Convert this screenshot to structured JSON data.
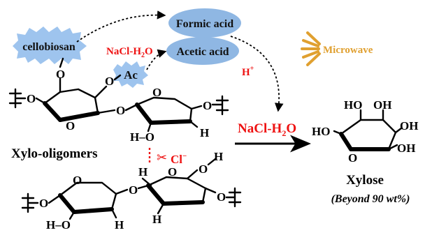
{
  "labels": {
    "formic_acid": "Formic acid",
    "acetic_acid": "Acetic acid",
    "cellobiosan": "cellobiosan",
    "nacl_h2o_top": "NaCl-H",
    "nacl_h2o_top_sub": "2",
    "nacl_h2o_top_tail": "O",
    "ac": "Ac",
    "h_plus": "H",
    "h_plus_sup": "+",
    "microwave": "Microwave",
    "nacl_h2o_main": "NaCl-H",
    "nacl_h2o_main_sub": "2",
    "nacl_h2o_main_tail": "O",
    "chloride": "Cl",
    "chloride_sup": "−",
    "xylo_oligomers": "Xylo-oligomers",
    "xylose": "Xylose",
    "yield_note": "(Beyond 90 wt%)"
  },
  "atoms": {
    "O": "O",
    "H": "H",
    "HO": "HO",
    "OH": "OH",
    "H_O": "H–O"
  },
  "colors": {
    "ellipse_fill": "#8fb7e3",
    "cellobiosan_fill": "#9ec4ee",
    "red": "#ee1111",
    "microwave": "#e0a030"
  }
}
